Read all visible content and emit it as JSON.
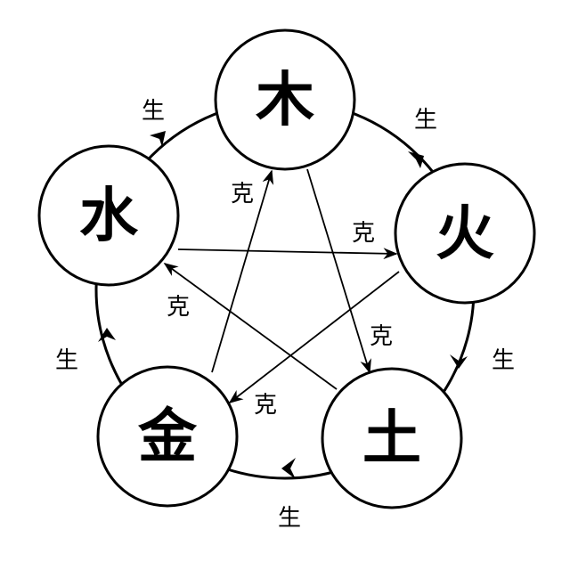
{
  "elements": {
    "wood": "木",
    "fire": "火",
    "earth": "土",
    "metal": "金",
    "water": "水"
  },
  "generating_label": "生",
  "overcoming_label": "克",
  "colors": {
    "stroke": "#000000",
    "background": "#ffffff"
  }
}
